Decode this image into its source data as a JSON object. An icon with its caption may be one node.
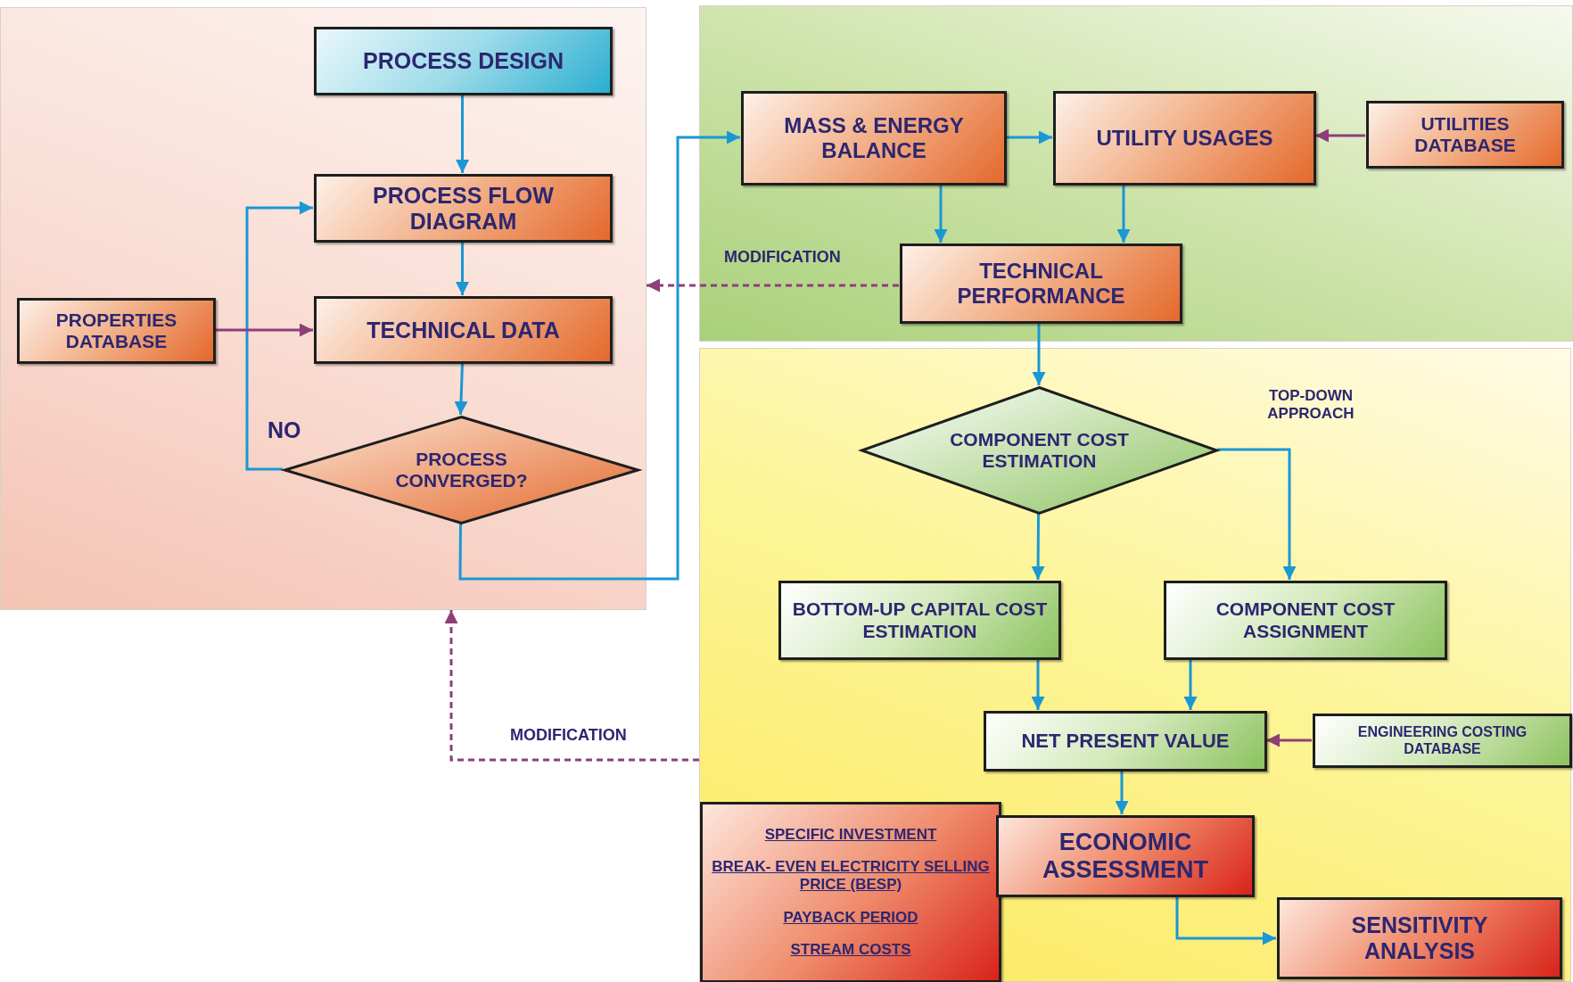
{
  "diagram": {
    "nodes": [
      {
        "text": [],
        "shape": "box"
      },
      {
        "text": [],
        "shape": "box"
      },
      {
        "text": [],
        "shape": "box"
      },
      {
        "text": [
          "PROCESS DESIGN"
        ],
        "in": 0
      },
      {
        "text": [
          "PROCESS FLOW DIAGRAM"
        ],
        "in": 0
      },
      {
        "text": [
          "PROPERTIES DATABASE"
        ],
        "in": 0
      },
      {
        "text": [
          "TECHNICAL DATA"
        ],
        "in": 0
      },
      {
        "text": [
          "PROCESS CONVERGED?"
        ],
        "in": 0
      },
      {
        "text": [
          "MASS & ENERGY BALANCE"
        ],
        "in": 1
      },
      {
        "text": [
          "UTILITY USAGES"
        ],
        "in": 1
      },
      {
        "text": [
          "UTILITIES DATABASE"
        ],
        "in": 1
      },
      {
        "text": [
          "TECHNICAL PERFORMANCE"
        ],
        "in": 1
      },
      {
        "text": [
          "COMPONENT COST ESTIMATION"
        ],
        "in": 2
      },
      {
        "text": [
          "BOTTOM-UP CAPITAL COST ESTIMATION"
        ],
        "in": 2
      },
      {
        "text": [
          "COMPONENT COST ASSIGNMENT"
        ],
        "in": 2
      },
      {
        "text": [
          "NET PRESENT VALUE"
        ],
        "in": 2
      },
      {
        "text": [
          "ENGINEERING COSTING DATABASE"
        ],
        "in": 2
      },
      {
        "text": [
          "SPECIFIC INVESTMENT",
          "BREAK- EVEN ELECTRICITY SELLING PRICE (BESP)",
          "PAYBACK PERIOD",
          "STREAM COSTS"
        ],
        "in": 2
      },
      {
        "text": [
          "ECONOMIC ASSESSMENT"
        ],
        "in": 2
      },
      {
        "text": [
          "SENSITIVITY ANALYSIS"
        ],
        "in": 2
      }
    ],
    "edges": [
      {
        "from": 3,
        "to": 4,
        "arrow": "to"
      },
      {
        "from": 4,
        "to": 6,
        "arrow": "to"
      },
      {
        "from": 6,
        "to": 7,
        "arrow": "to"
      },
      {
        "from": 7,
        "to": 4,
        "arrow": "to",
        "label": "NO"
      },
      {
        "from": 5,
        "to": 6,
        "arrow": "to",
        "color": "#8e3f78"
      },
      {
        "from": 7,
        "to": 8,
        "arrow": "to"
      },
      {
        "from": 8,
        "to": 9,
        "arrow": "to"
      },
      {
        "from": 10,
        "to": 9,
        "arrow": "to",
        "color": "#8e3f78"
      },
      {
        "from": 8,
        "to": 11,
        "arrow": "to"
      },
      {
        "from": 9,
        "to": 11,
        "arrow": "to"
      },
      {
        "from": 11,
        "to": 0,
        "arrow": "to",
        "label": "MODIFICATION",
        "style": "dashed",
        "color": "#8e3f78"
      },
      {
        "from": 11,
        "to": 12,
        "arrow": "to"
      },
      {
        "from": 12,
        "to": 13,
        "arrow": "to"
      },
      {
        "from": 12,
        "to": 14,
        "arrow": "to",
        "label": "TOP-DOWN APPROACH"
      },
      {
        "from": 13,
        "to": 15,
        "arrow": "to"
      },
      {
        "from": 14,
        "to": 15,
        "arrow": "to"
      },
      {
        "from": 16,
        "to": 15,
        "arrow": "to",
        "color": "#8e3f78"
      },
      {
        "from": 15,
        "to": 18,
        "arrow": "to"
      },
      {
        "from": 18,
        "to": 19,
        "arrow": "to"
      },
      {
        "from": 2,
        "to": 0,
        "arrow": "to",
        "label": "MODIFICATION",
        "style": "dashed",
        "color": "#8e3f78"
      }
    ]
  }
}
